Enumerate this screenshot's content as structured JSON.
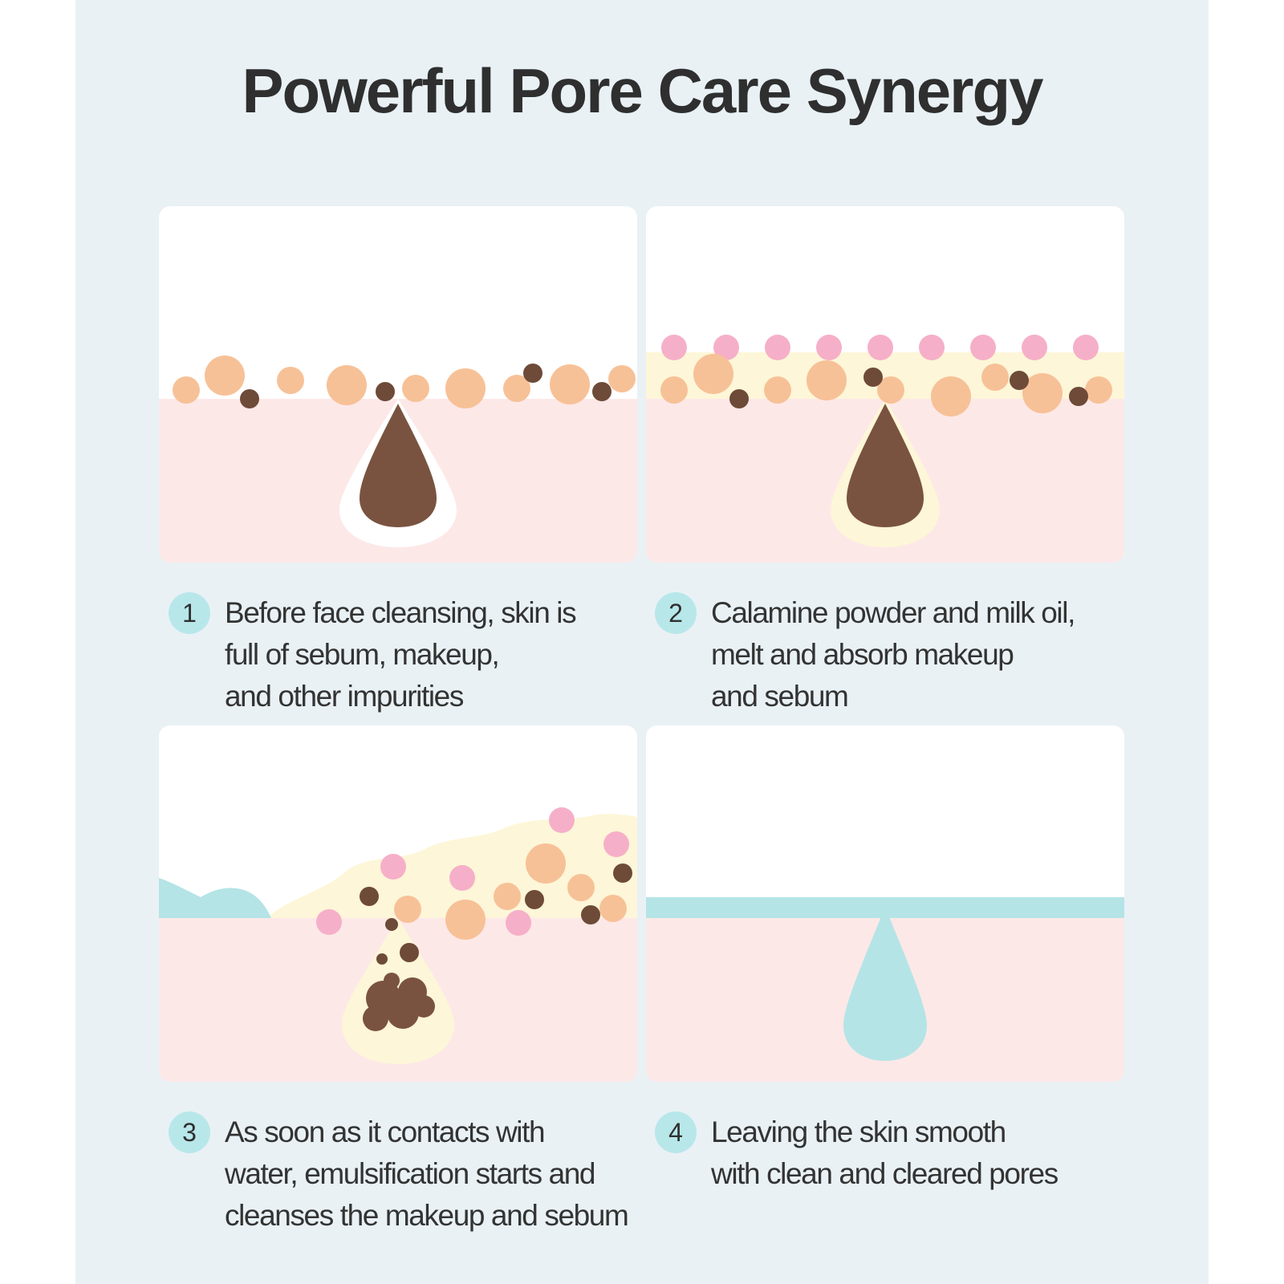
{
  "title": "Powerful Pore Care Synergy",
  "colors": {
    "background": "#e9f1f5",
    "skin": "#fde8e8",
    "makeup_dot": "#f7c197",
    "sebum_dot": "#6e4a38",
    "pore_core": "#7a5340",
    "powder_pink": "#f6afc8",
    "milk_oil_layer": "#fdf6d8",
    "water": "#b5e4e6"
  },
  "steps": [
    {
      "number": "1",
      "lines": [
        "Before face cleansing, skin is",
        "full of sebum, makeup,",
        "and other impurities"
      ]
    },
    {
      "number": "2",
      "lines": [
        "Calamine powder and milk oil,",
        "melt and absorb makeup",
        "and sebum"
      ]
    },
    {
      "number": "3",
      "lines": [
        "As soon as it  contacts with",
        "water, emulsification starts and",
        "cleanses the makeup and sebum"
      ]
    },
    {
      "number": "4",
      "lines": [
        "Leaving the skin smooth",
        "with clean and cleared pores"
      ]
    }
  ]
}
